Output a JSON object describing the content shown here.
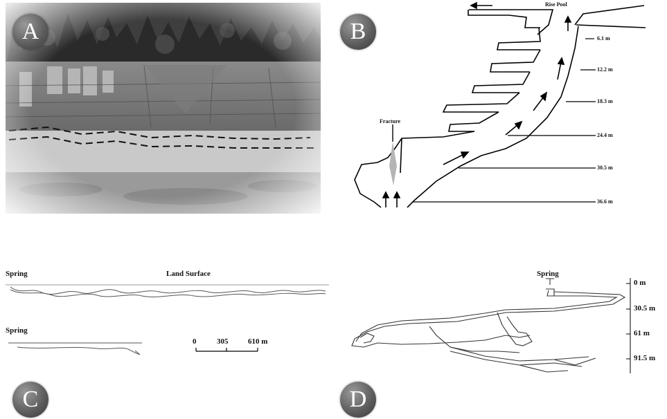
{
  "panels": {
    "a": {
      "letter": "A"
    },
    "b": {
      "letter": "B",
      "rise_pool": "Rise Pool",
      "fracture": "Fracture",
      "depths": [
        "6.1 m",
        "12.2 m",
        "18.3 m",
        "24.4 m",
        "30.5 m",
        "36.6 m"
      ]
    },
    "c": {
      "letter": "C",
      "spring_top": "Spring",
      "land_surface": "Land Surface",
      "spring_bottom": "Spring",
      "scale": [
        "0",
        "305",
        "610 m"
      ]
    },
    "d": {
      "letter": "D",
      "spring": "Spring",
      "depths": [
        "0 m",
        "30.5 m",
        "61 m",
        "91.5 m"
      ]
    }
  }
}
